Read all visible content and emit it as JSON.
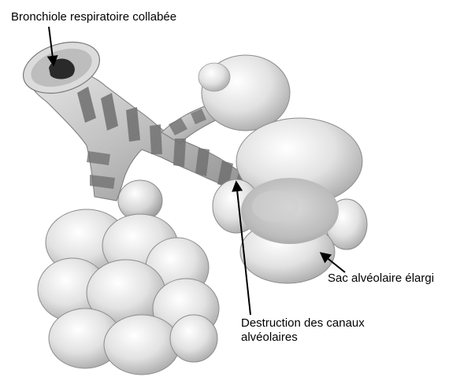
{
  "labels": {
    "bronchiole": "Bronchiole respiratoire collabée",
    "sac": "Sac alvéolaire élargi",
    "destruction_line1": "Destruction des canaux",
    "destruction_line2": "alvéolaires"
  },
  "colors": {
    "background": "#ffffff",
    "text": "#000000",
    "tissue_light": "#f2f2f2",
    "tissue_mid": "#c8c8c8",
    "tissue_dark": "#8c8c8c",
    "band_dark": "#6e6e6e",
    "lumen": "#2a2a2a"
  }
}
